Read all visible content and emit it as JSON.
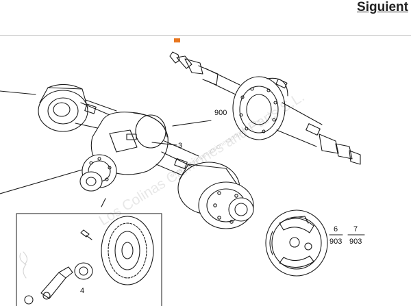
{
  "nav": {
    "next_label": "Siguient"
  },
  "colors": {
    "accent": "#e8761e",
    "ink": "#1a1a1a"
  },
  "diagram": {
    "labels": {
      "part_900": "900",
      "part_3": "3",
      "part_4": "4",
      "frac_6_num": "6",
      "frac_6_den": "903",
      "frac_7_num": "7",
      "frac_7_den": "903"
    },
    "watermark": {
      "main": "Los Colinas Camiones and Parts S.L.",
      "sub": "www.loscolinascamionesandparts.com"
    }
  }
}
